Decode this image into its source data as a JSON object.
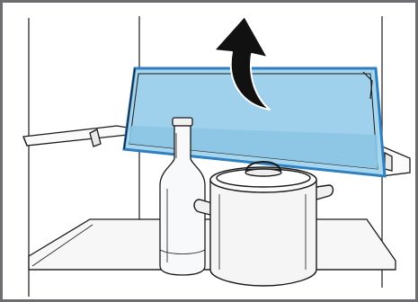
{
  "illustration": {
    "subject": "fridge-shelf-raised-for-tall-items",
    "colors": {
      "frame": "#6d6e71",
      "outline": "#1a1a1a",
      "panel_fill": "#a6d5ee",
      "panel_stripe": "#8cc5e6",
      "panel_edge": "#2f7fc1",
      "arrow": "#111111",
      "background": "#ffffff"
    },
    "icons": [
      "up-arrow-icon",
      "glass-bottle",
      "cooking-pot",
      "fold-up-shelf"
    ]
  }
}
